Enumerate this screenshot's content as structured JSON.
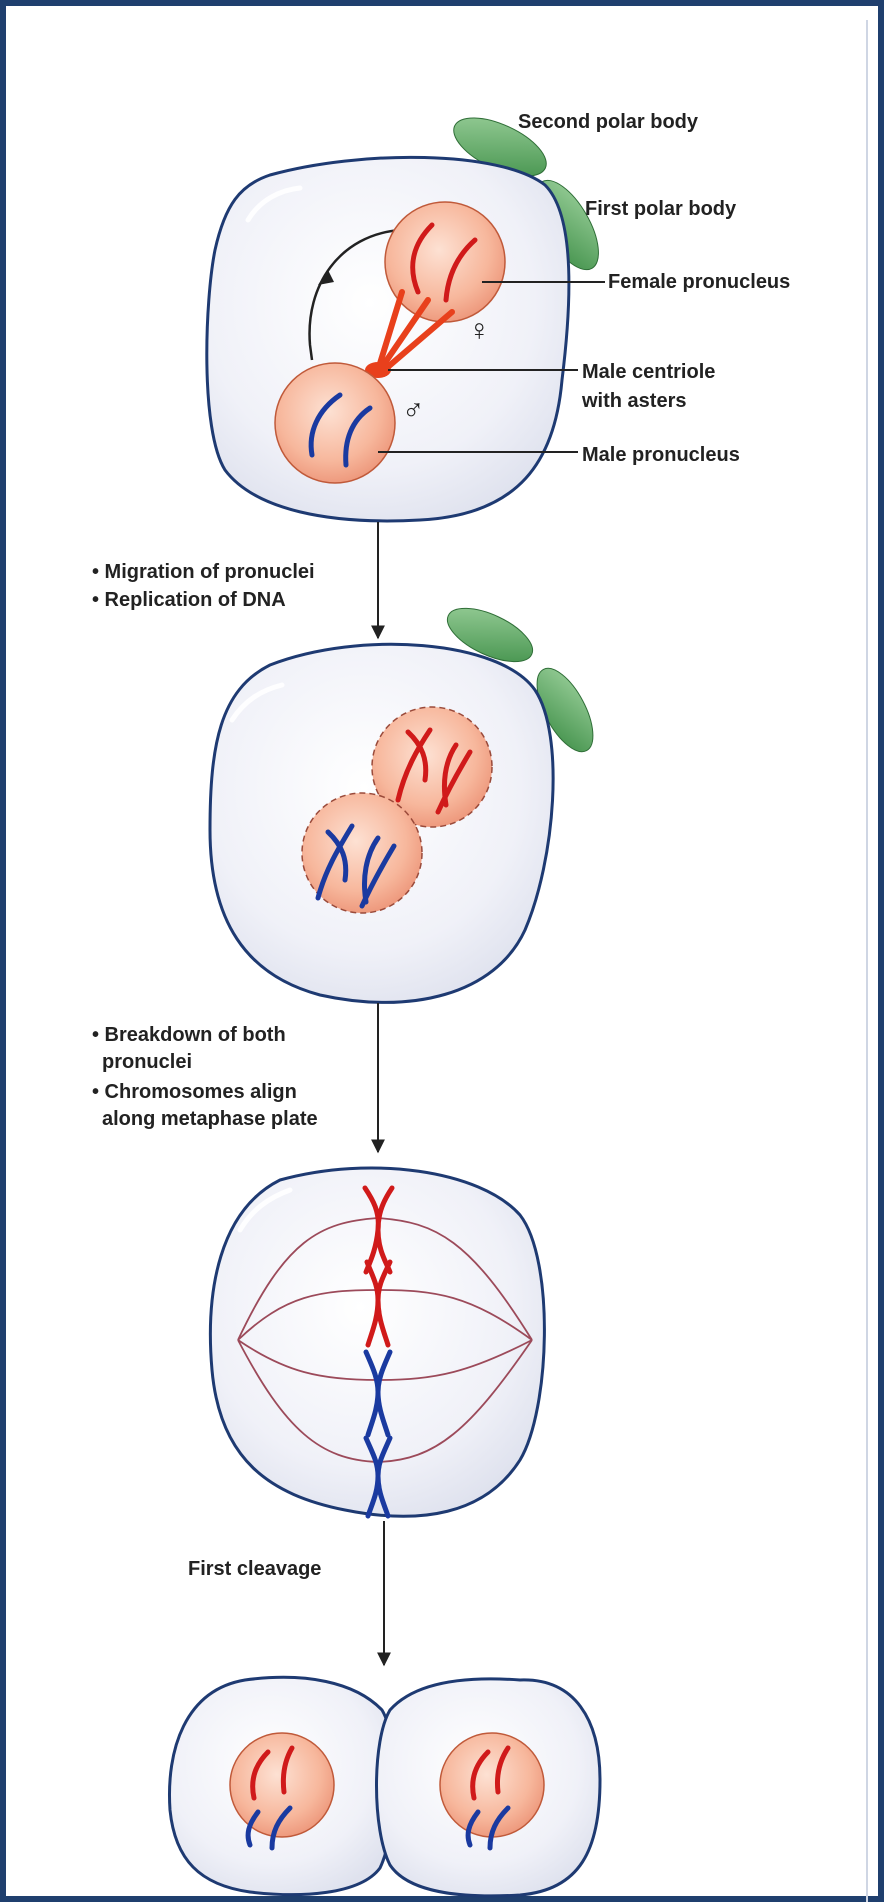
{
  "labels": {
    "second_polar_body": "Second polar body",
    "first_polar_body": "First polar body",
    "female_pronucleus": "Female pronucleus",
    "male_centriole_line1": "Male centriole",
    "male_centriole_line2": "with asters",
    "male_pronucleus": "Male pronucleus",
    "female_symbol": "♀",
    "male_symbol": "♂"
  },
  "steps": {
    "step1_line1": "• Migration of pronuclei",
    "step1_line2": "• Replication of DNA",
    "step2_line1": "• Breakdown of both",
    "step2_line2": "pronuclei",
    "step2_line3": "• Chromosomes align",
    "step2_line4": "along metaphase plate",
    "step3": "First cleavage"
  },
  "colors": {
    "frame": "#1f3f6e",
    "cell_outline": "#1e3a72",
    "cell_fill": "#eef0f8",
    "nucleus_fill": "#f6b8a0",
    "female_chromosome": "#d01a1a",
    "male_chromosome": "#1a3aa0",
    "polar_body": "#5daa5d",
    "spindle": "#9c4a5a"
  }
}
